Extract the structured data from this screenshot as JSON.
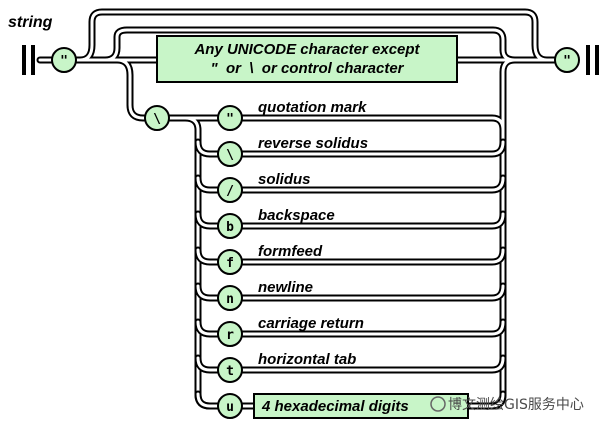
{
  "diagram": {
    "title": "string",
    "box_line1": "Any UNICODE character except",
    "box_line2": "\"  or  \\  or control character",
    "open_quote": "\"",
    "close_quote": "\"",
    "escape_char": "\\",
    "escapes": [
      {
        "token": "\"",
        "label": "quotation mark"
      },
      {
        "token": "\\",
        "label": "reverse solidus"
      },
      {
        "token": "/",
        "label": "solidus"
      },
      {
        "token": "b",
        "label": "backspace"
      },
      {
        "token": "f",
        "label": "formfeed"
      },
      {
        "token": "n",
        "label": "newline"
      },
      {
        "token": "r",
        "label": "carriage return"
      },
      {
        "token": "t",
        "label": "horizontal tab"
      },
      {
        "token": "u",
        "label": ""
      }
    ],
    "hex_box_label": "4 hexadecimal digits",
    "watermark": "博文测绘GIS服务中心",
    "colors": {
      "node_fill": "#c8f5c8",
      "box_fill": "#c8f5c8",
      "stroke": "#000000"
    }
  }
}
